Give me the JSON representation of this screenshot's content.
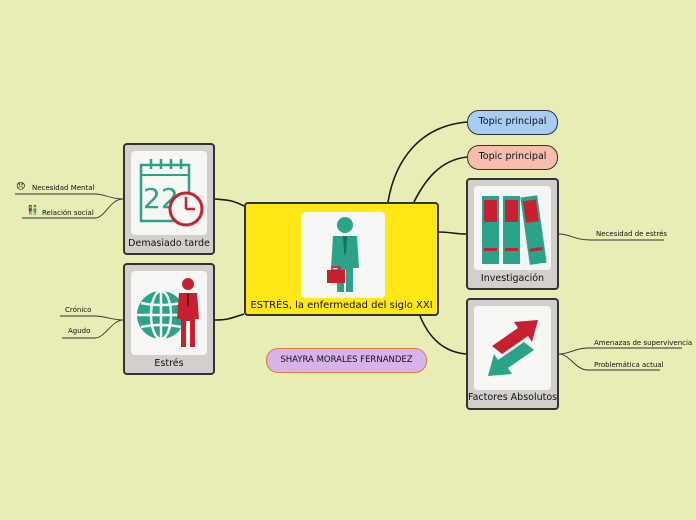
{
  "central": {
    "label": "ESTRÉS, la enfermedad del siglo XXI"
  },
  "nodes": {
    "demasiado_tarde": "Demasiado tarde",
    "estres": "Estrés",
    "investigacion": "Investigación",
    "factores": "Factores Absolutos"
  },
  "calendar_number": "22",
  "pills": {
    "topic1": "Topic principal",
    "topic2": "Topic principal",
    "author": "SHAYRA MORALES FERNANDEZ"
  },
  "subtopics": {
    "necesidad_mental": "Necesidad Mental",
    "relacion_social": "Relación social",
    "cronico": "Crónico",
    "agudo": "Agudo",
    "necesidad_estres": "Necesidad de estrés",
    "amenazas": "Amenazas de supervivencia",
    "problematica": "Problemática actual"
  },
  "colors": {
    "background": "#e8edb6",
    "central": "#ffe815",
    "teal": "#2aa38a",
    "red": "#c8202f",
    "topic_blue": "#a7cdf2",
    "topic_pink": "#f6bcad",
    "author_purple": "#d8b2ea"
  }
}
